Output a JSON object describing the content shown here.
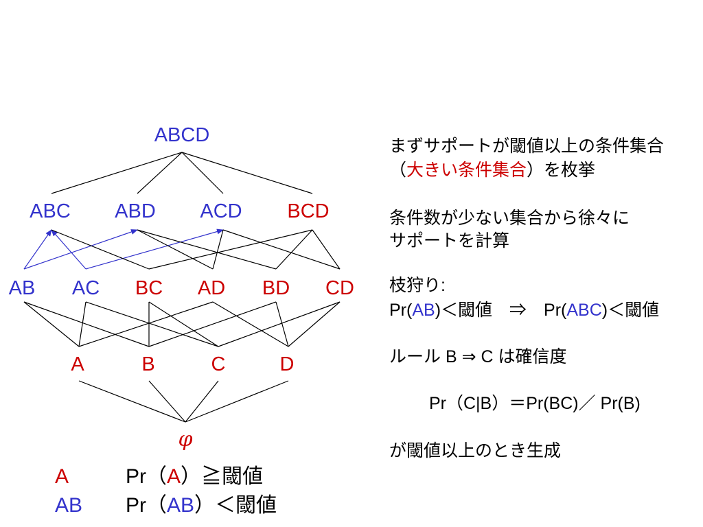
{
  "colors": {
    "blue": "#3333CC",
    "red": "#CC0000",
    "black": "#000000"
  },
  "lattice": {
    "levels": [
      [
        {
          "label": "ABCD",
          "color": "blue"
        }
      ],
      [
        {
          "label": "ABC",
          "color": "blue"
        },
        {
          "label": "ABD",
          "color": "blue"
        },
        {
          "label": "ACD",
          "color": "blue"
        },
        {
          "label": "BCD",
          "color": "red"
        }
      ],
      [
        {
          "label": "AB",
          "color": "blue"
        },
        {
          "label": "AC",
          "color": "blue"
        },
        {
          "label": "BC",
          "color": "red"
        },
        {
          "label": "AD",
          "color": "red"
        },
        {
          "label": "BD",
          "color": "red"
        },
        {
          "label": "CD",
          "color": "red"
        }
      ],
      [
        {
          "label": "A",
          "color": "red"
        },
        {
          "label": "B",
          "color": "red"
        },
        {
          "label": "C",
          "color": "red"
        },
        {
          "label": "D",
          "color": "red"
        }
      ],
      [
        {
          "label": "φ",
          "color": "red"
        }
      ]
    ],
    "edges": [
      {
        "from": "ABCD",
        "to": "ABC"
      },
      {
        "from": "ABCD",
        "to": "ABD"
      },
      {
        "from": "ABCD",
        "to": "ACD"
      },
      {
        "from": "ABCD",
        "to": "BCD"
      },
      {
        "from": "AB",
        "to": "ABC",
        "color": "blue",
        "arrow": true
      },
      {
        "from": "AB",
        "to": "ABD",
        "color": "blue",
        "arrow": true
      },
      {
        "from": "AC",
        "to": "ABC",
        "color": "blue",
        "arrow": true
      },
      {
        "from": "AC",
        "to": "ACD",
        "color": "blue",
        "arrow": true
      },
      {
        "from": "BC",
        "to": "ABC"
      },
      {
        "from": "AD",
        "to": "ABD"
      },
      {
        "from": "BD",
        "to": "ABD"
      },
      {
        "from": "AD",
        "to": "ACD"
      },
      {
        "from": "CD",
        "to": "ACD"
      },
      {
        "from": "BC",
        "to": "BCD"
      },
      {
        "from": "BD",
        "to": "BCD"
      },
      {
        "from": "CD",
        "to": "BCD"
      },
      {
        "from": "A",
        "to": "AB"
      },
      {
        "from": "A",
        "to": "AC"
      },
      {
        "from": "A",
        "to": "AD"
      },
      {
        "from": "B",
        "to": "AB"
      },
      {
        "from": "B",
        "to": "BC"
      },
      {
        "from": "B",
        "to": "BD"
      },
      {
        "from": "C",
        "to": "AC"
      },
      {
        "from": "C",
        "to": "BC"
      },
      {
        "from": "C",
        "to": "CD"
      },
      {
        "from": "D",
        "to": "AD"
      },
      {
        "from": "D",
        "to": "BD"
      },
      {
        "from": "D",
        "to": "CD"
      },
      {
        "from": "φ",
        "to": "A"
      },
      {
        "from": "φ",
        "to": "B"
      },
      {
        "from": "φ",
        "to": "C"
      },
      {
        "from": "φ",
        "to": "D"
      }
    ]
  },
  "legend": [
    {
      "symbol": "A",
      "symbol_color": "red",
      "formula": [
        {
          "text": "Pr（"
        },
        {
          "text": "A",
          "color": "red"
        },
        {
          "text": "）≧閾値"
        }
      ]
    },
    {
      "symbol": "AB",
      "symbol_color": "blue",
      "formula": [
        {
          "text": "Pr（"
        },
        {
          "text": "AB",
          "color": "blue"
        },
        {
          "text": "）＜閾値"
        }
      ]
    }
  ],
  "notes": [
    {
      "segments": [
        {
          "text": "まずサポートが閾値以上の条件集合"
        }
      ]
    },
    {
      "segments": [
        {
          "text": "（"
        },
        {
          "text": "大きい条件集合",
          "color": "red"
        },
        {
          "text": "）を枚挙"
        }
      ]
    },
    {
      "segments": [
        {
          "text": "条件数が少ない集合から徐々に"
        }
      ]
    },
    {
      "segments": [
        {
          "text": "サポートを計算"
        }
      ]
    },
    {
      "segments": [
        {
          "text": "枝狩り:"
        }
      ]
    },
    {
      "segments": [
        {
          "text": "Pr("
        },
        {
          "text": "AB",
          "color": "blue"
        },
        {
          "text": ")＜閾値　⇒　Pr("
        },
        {
          "text": "ABC",
          "color": "blue"
        },
        {
          "text": ")＜閾値"
        }
      ]
    },
    {
      "segments": [
        {
          "text": "ルール B ⇒ C  は確信度"
        }
      ]
    },
    {
      "segments": [
        {
          "text": "Pr（C|B）＝Pr(BC)／ Pr(B)"
        }
      ]
    },
    {
      "segments": [
        {
          "text": "が閾値以上のとき生成"
        }
      ]
    }
  ]
}
